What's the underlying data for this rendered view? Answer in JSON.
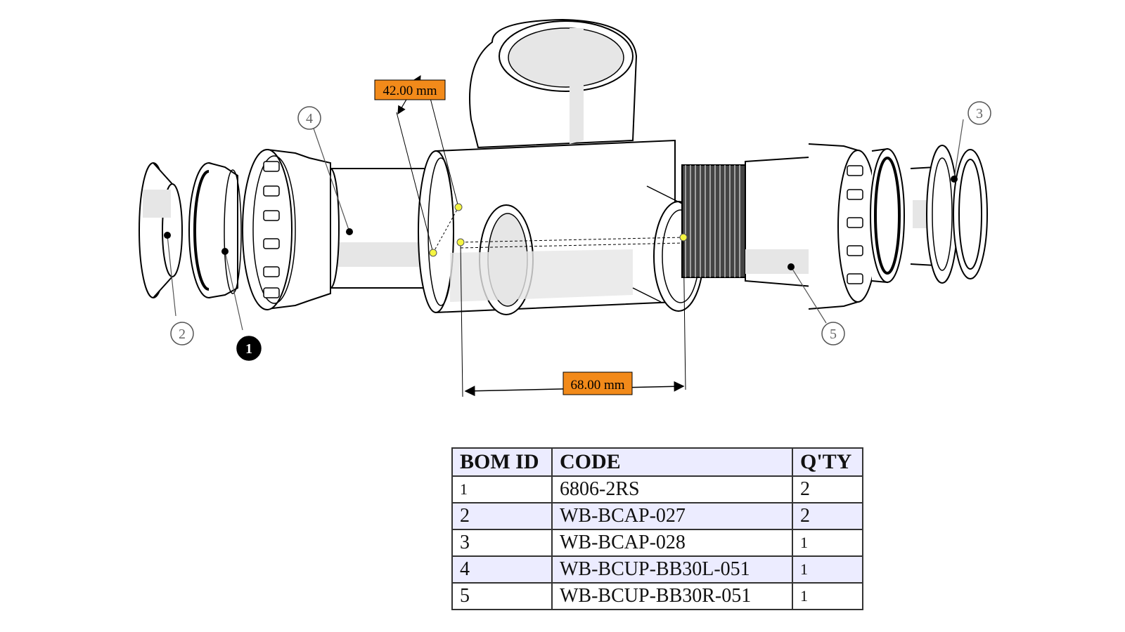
{
  "dimensions": [
    {
      "label": "42.00 mm"
    },
    {
      "label": "68.00 mm"
    }
  ],
  "callouts": [
    {
      "id": "1",
      "selected": true
    },
    {
      "id": "2",
      "selected": false
    },
    {
      "id": "3",
      "selected": false
    },
    {
      "id": "4",
      "selected": false
    },
    {
      "id": "5",
      "selected": false
    }
  ],
  "bom": {
    "headers": [
      "BOM ID",
      "CODE",
      "Q'TY"
    ],
    "rows": [
      {
        "id": "1",
        "code": "6806-2RS",
        "qty": "2"
      },
      {
        "id": "2",
        "code": "WB-BCAP-027",
        "qty": "2"
      },
      {
        "id": "3",
        "code": "WB-BCAP-028",
        "qty": "1"
      },
      {
        "id": "4",
        "code": "WB-BCUP-BB30L-051",
        "qty": "1"
      },
      {
        "id": "5",
        "code": "WB-BCUP-BB30R-051",
        "qty": "1"
      }
    ]
  },
  "colors": {
    "dimension_tag": "#f28a1a",
    "measure_point": "#f5f542",
    "selected_callout": "#000000",
    "table_header_bg": "#ececff"
  }
}
